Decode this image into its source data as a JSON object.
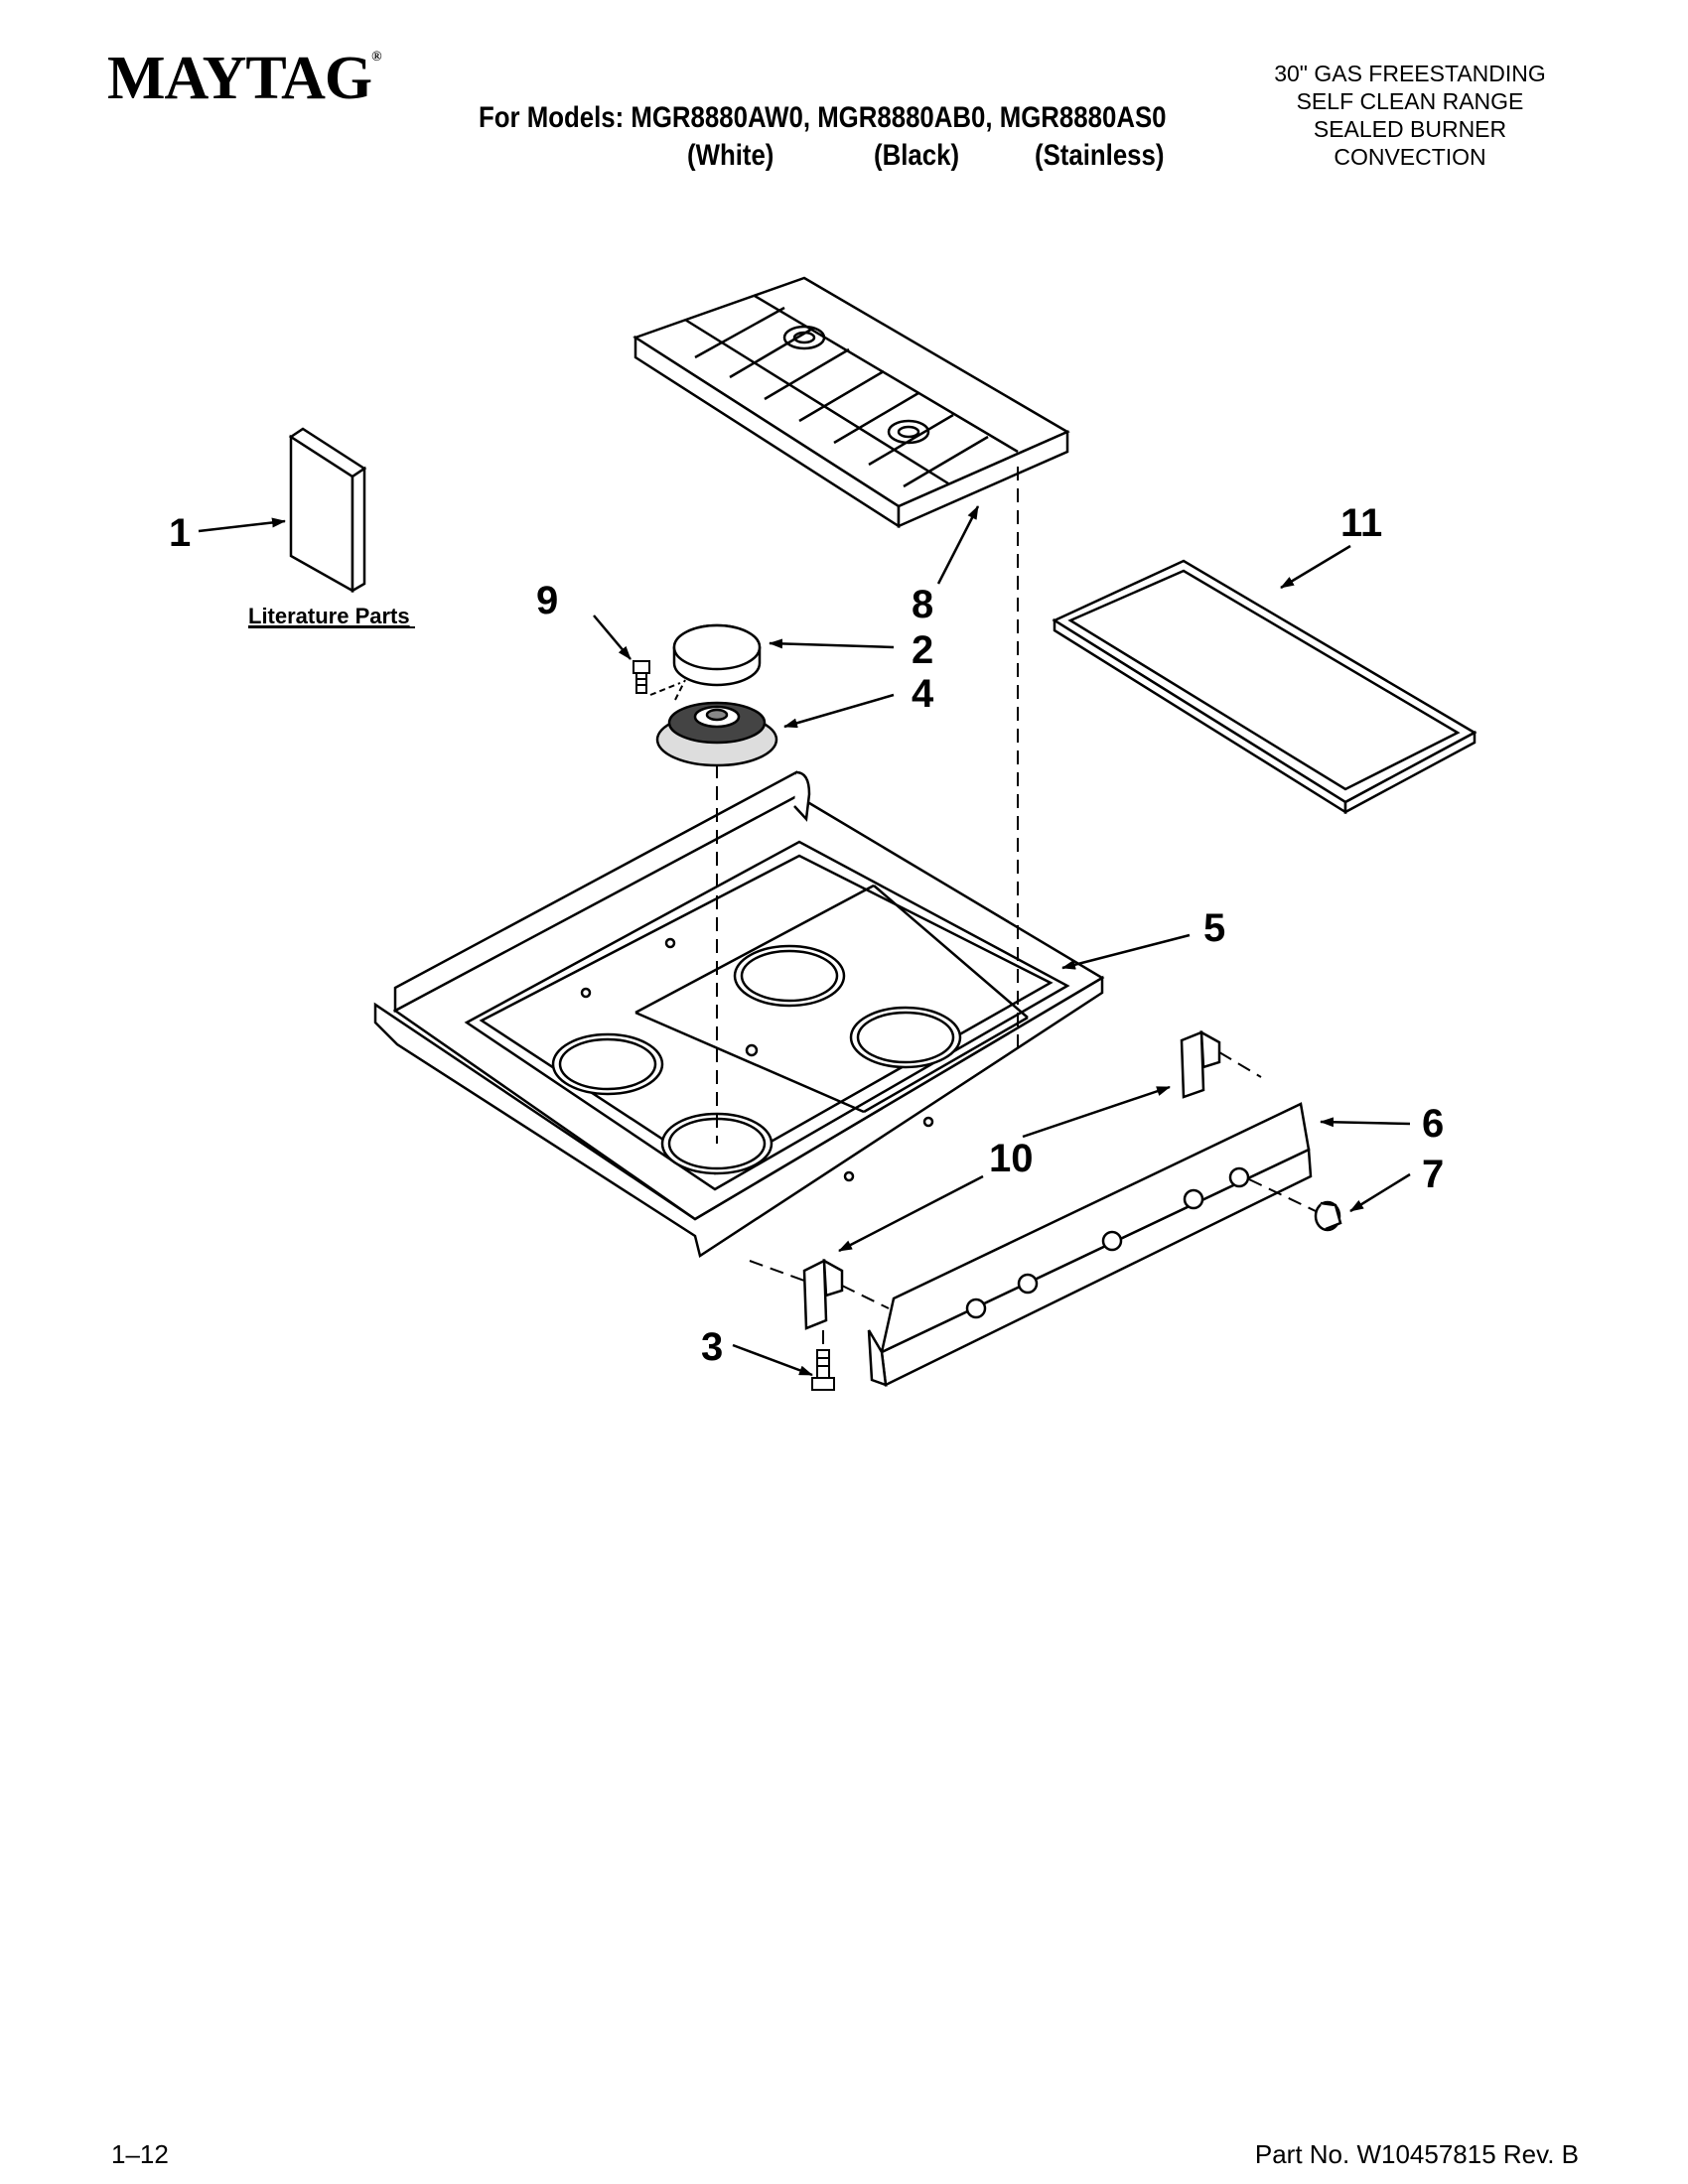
{
  "header": {
    "brand": "MAYTAG",
    "models_line": "For Models: MGR8880AW0, MGR8880AB0, MGR8880AS0",
    "variants": [
      "(White)",
      "(Black)",
      "(Stainless)"
    ],
    "description": [
      "30\" GAS FREESTANDING",
      "SELF CLEAN RANGE",
      "SEALED BURNER",
      "CONVECTION"
    ]
  },
  "diagram": {
    "literature_label": "Literature Parts",
    "callouts": [
      "1",
      "2",
      "3",
      "4",
      "5",
      "6",
      "7",
      "8",
      "9",
      "10",
      "11"
    ]
  },
  "footer": {
    "page": "1–12",
    "part_number": "Part No. W10457815 Rev. B"
  }
}
